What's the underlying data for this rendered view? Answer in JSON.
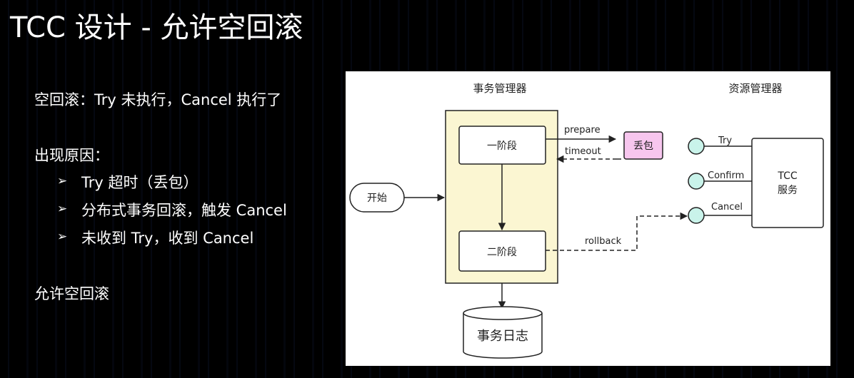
{
  "slide": {
    "title": "TCC 设计 - 允许空回滚",
    "definition": "空回滚：Try 未执行，Cancel 执行了",
    "causes_heading": "出现原因：",
    "causes": [
      "Try 超时（丢包）",
      "分布式事务回滚，触发 Cancel",
      "未收到 Try，收到 Cancel"
    ],
    "bullet_glyph": "➢",
    "conclusion": "允许空回滚"
  },
  "diagram": {
    "tm_header": "事务管理器",
    "rm_header": "资源管理器",
    "start": "开始",
    "phase1": "一阶段",
    "phase2": "二阶段",
    "prepare": "prepare",
    "timeout": "timeout",
    "lost_packet": "丢包",
    "rollback": "rollback",
    "log": "事务日志",
    "service_line1": "TCC",
    "service_line2": "服务",
    "ports": [
      "Try",
      "Confirm",
      "Cancel"
    ]
  },
  "colors": {
    "tm_fill": "#fbf6d2",
    "lost_packet_fill": "#f7c6ee",
    "port_fill": "#c9f3ea"
  }
}
